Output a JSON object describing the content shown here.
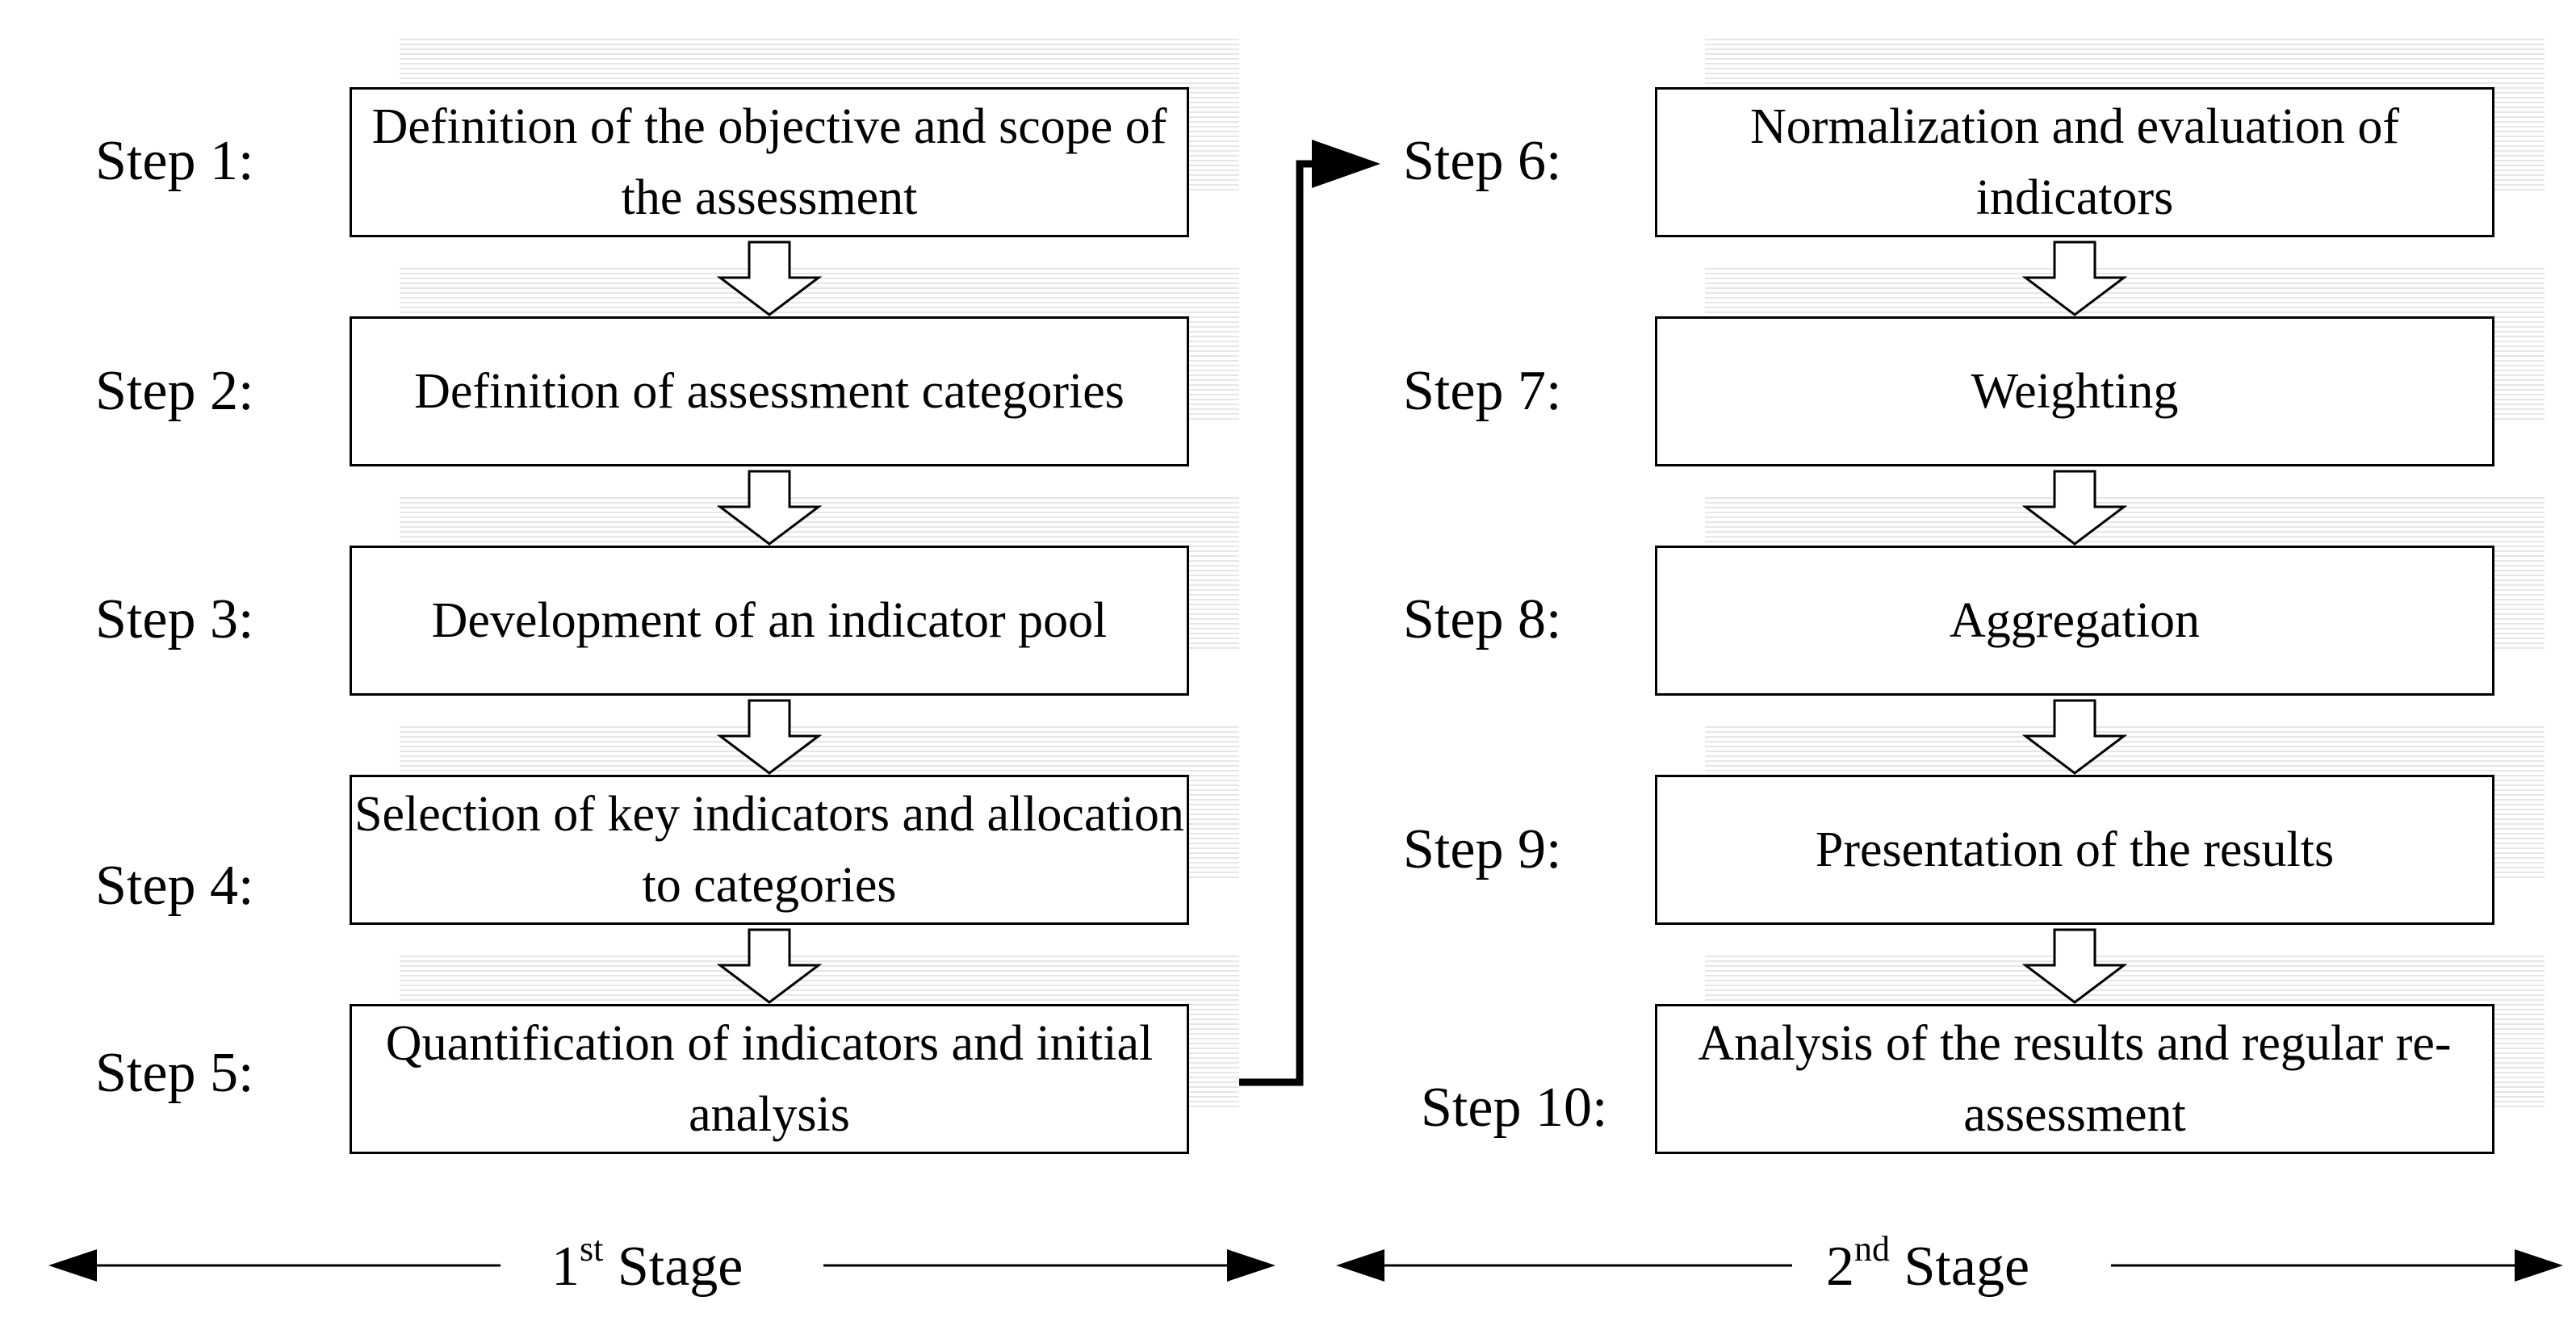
{
  "stage1": {
    "steps": [
      {
        "label": "Step 1:",
        "text": "Definition of the objective and scope of the assessment"
      },
      {
        "label": "Step 2:",
        "text": "Definition of assessment categories"
      },
      {
        "label": "Step 3:",
        "text": "Development of an indicator pool"
      },
      {
        "label": "Step 4:",
        "text": "Selection of key indicators and allocation to categories"
      },
      {
        "label": "Step 5:",
        "text": "Quantification of indicators and initial analysis"
      }
    ],
    "stage_number": "1",
    "stage_suffix": "st",
    "stage_word": "Stage"
  },
  "stage2": {
    "steps": [
      {
        "label": "Step 6:",
        "text": "Normalization and evaluation of indicators"
      },
      {
        "label": "Step 7:",
        "text": "Weighting"
      },
      {
        "label": "Step 8:",
        "text": "Aggregation"
      },
      {
        "label": "Step 9:",
        "text": "Presentation of the results"
      },
      {
        "label": "Step 10:",
        "text": "Analysis of the results and regular re-assessment"
      }
    ],
    "stage_number": "2",
    "stage_suffix": "nd",
    "stage_word": "Stage"
  }
}
